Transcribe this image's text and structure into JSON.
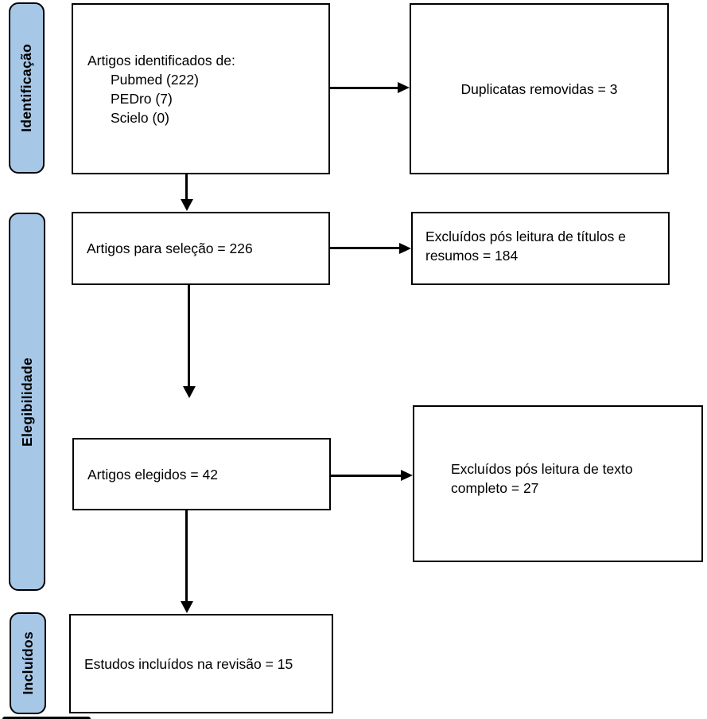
{
  "stages": {
    "identification": "Identificação",
    "eligibility": "Elegibilidade",
    "included": "Incluídos"
  },
  "boxes": {
    "identified": {
      "title": "Artigos identificados de:",
      "sources": [
        "Pubmed (222)",
        "PEDro (7)",
        "Scielo (0)"
      ]
    },
    "duplicates": {
      "text": "Duplicatas removidas = 3"
    },
    "selection": {
      "text": "Artigos para seleção = 226"
    },
    "excluded_titles": {
      "text": "Excluídos pós leitura de títulos e resumos = 184"
    },
    "eligible": {
      "text": "Artigos elegidos = 42"
    },
    "excluded_fulltext": {
      "text": "Excluídos pós leitura de texto completo = 27"
    },
    "included": {
      "text": "Estudos incluídos na revisão = 15"
    }
  },
  "colors": {
    "stage_fill": "#A7C7E7",
    "line": "#000000",
    "background": "#FFFFFF"
  }
}
